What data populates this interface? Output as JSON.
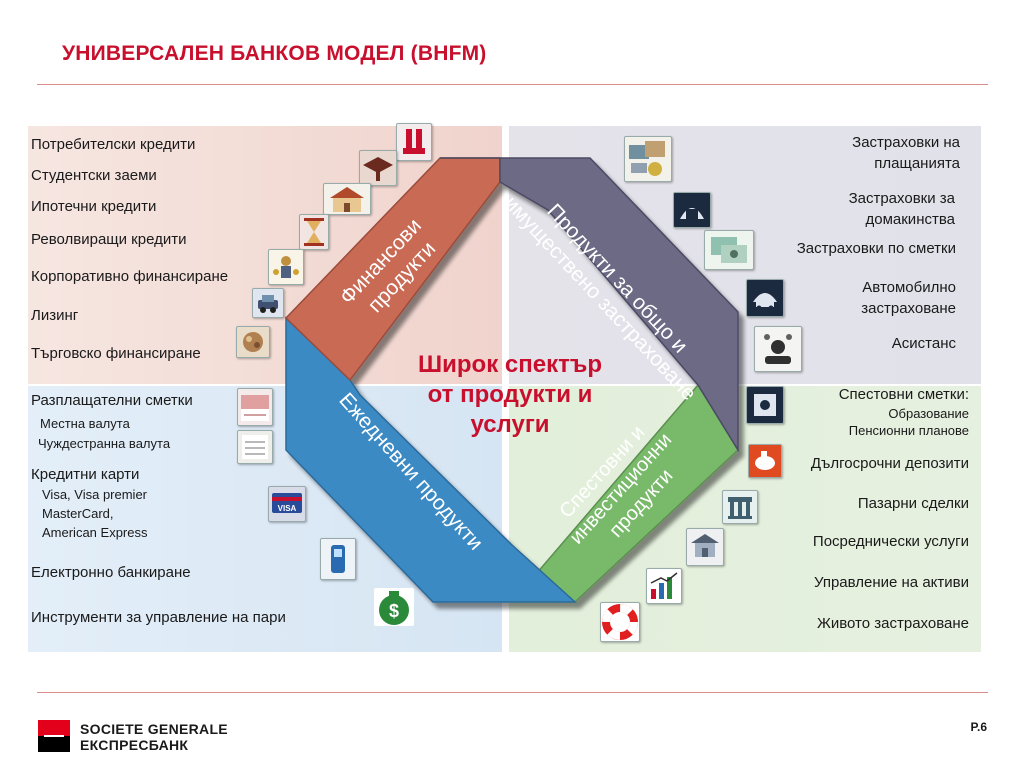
{
  "title": "УНИВЕРСАЛЕН БАНКОВ МОДЕЛ (BHFM)",
  "center_text": [
    "Широк спектър",
    "от продукти и",
    "услуги"
  ],
  "bands": {
    "financial": [
      "Финансови",
      "продукти"
    ],
    "insurance": [
      "Продукти за общо и",
      "имуществено застраховане"
    ],
    "daily": [
      "Ежедневни продукти"
    ],
    "savings": [
      "Спестовни и",
      "инвестиционни",
      "продукти"
    ]
  },
  "top_left": [
    "Потребителски кредити",
    "Студентски заеми",
    "Ипотечни кредити",
    "Револвиращи кредити",
    "Корпоративно финансиране",
    "Лизинг",
    "Търговско финансиране"
  ],
  "top_right": [
    [
      "Застраховки на",
      "плащанията"
    ],
    [
      "Застраховки за",
      "домакинства"
    ],
    [
      "Застраховки по сметки"
    ],
    [
      "Автомобилно",
      "застраховане"
    ],
    [
      "Асистанс"
    ]
  ],
  "bottom_left": {
    "accounts": "Разплащателни сметки",
    "local_currency": "Местна валута",
    "foreign_currency": "Чуждестранна валута",
    "cards": "Кредитни карти",
    "card_types": [
      "Visa, Visa premier",
      "MasterCard,",
      "American Express"
    ],
    "ebanking": "Електронно банкиране",
    "money_tools": "Инструменти за управление на пари"
  },
  "bottom_right": {
    "savings_accounts": "Спестовни сметки:",
    "education": "Образование",
    "pension": "Пенсионни планове",
    "items": [
      "Дългосрочни депозити",
      "Пазарни сделки",
      "Посреднически услуги",
      "Управление на активи",
      "Живото застраховане"
    ]
  },
  "card_label": "VISA",
  "money_symbol": "$",
  "footer": {
    "logo_line1": "SOCIETE GENERALE",
    "logo_line2": "ЕКСПРЕСБАНК",
    "page": "P.6"
  },
  "colors": {
    "title": "#c8102e",
    "financial_band": "#c96a55",
    "insurance_band": "#6c6a85",
    "daily_band": "#3b8ac4",
    "savings_band": "#78b96a",
    "quad_top_left": "#f3dcd6",
    "quad_top_right": "#e2e2ea",
    "quad_bottom_left": "#dbe8f4",
    "quad_bottom_right": "#e3efdc"
  }
}
